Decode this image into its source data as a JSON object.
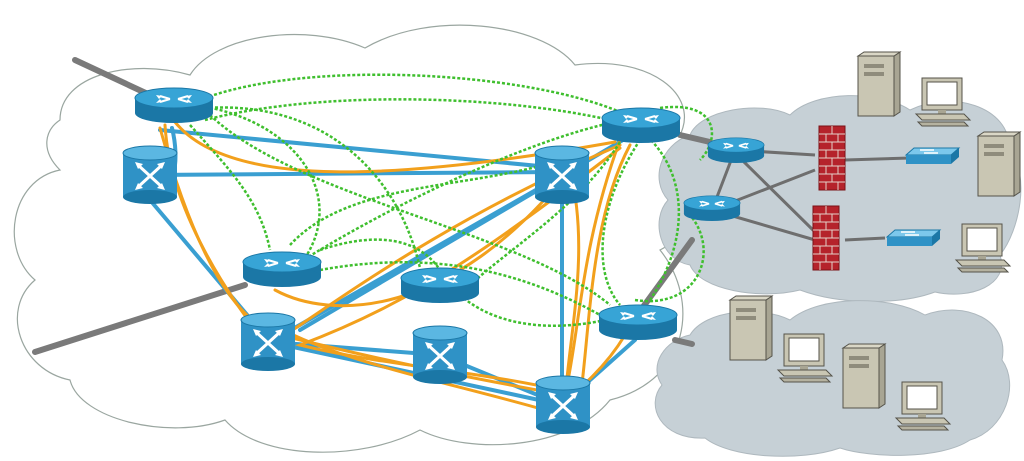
{
  "diagram": {
    "kind": "network-topology",
    "regions": [
      {
        "id": "core-cloud",
        "fill": "#ffffff",
        "stroke": "#9aa6a0"
      },
      {
        "id": "site-cloud-upper",
        "fill": "#c6d0d6",
        "stroke": "#aeb8be"
      },
      {
        "id": "site-cloud-lower",
        "fill": "#c6d0d6",
        "stroke": "#aeb8be"
      }
    ],
    "devices": {
      "routers": [
        "router-a",
        "router-b",
        "router-c",
        "router-d",
        "router-e",
        "router-f",
        "router-g"
      ],
      "switches": [
        "optical-switch-a",
        "optical-switch-b",
        "optical-switch-c",
        "optical-switch-d",
        "optical-switch-e"
      ],
      "firewalls": [
        "firewall-upper",
        "firewall-lower"
      ],
      "lan_switches": [
        "lan-switch-upper",
        "lan-switch-lower"
      ],
      "servers": [
        "server-1",
        "server-2",
        "server-3",
        "server-4"
      ],
      "workstations": [
        "workstation-1",
        "workstation-2",
        "workstation-3",
        "workstation-4"
      ]
    },
    "link_styles": {
      "physical": {
        "color": "#3a9fd1"
      },
      "lightpath": {
        "color": "#f2a01c"
      },
      "logical": {
        "color": "#3fbf2e",
        "dashed": true
      },
      "access": {
        "color": "#7a7a7a"
      }
    },
    "colors": {
      "router_top": "#37a4d6",
      "router_side": "#1b77a6",
      "switch_face": "#2f92c6",
      "firewall": "#b5232b",
      "equipment_beige": "#c9c6b3"
    }
  }
}
